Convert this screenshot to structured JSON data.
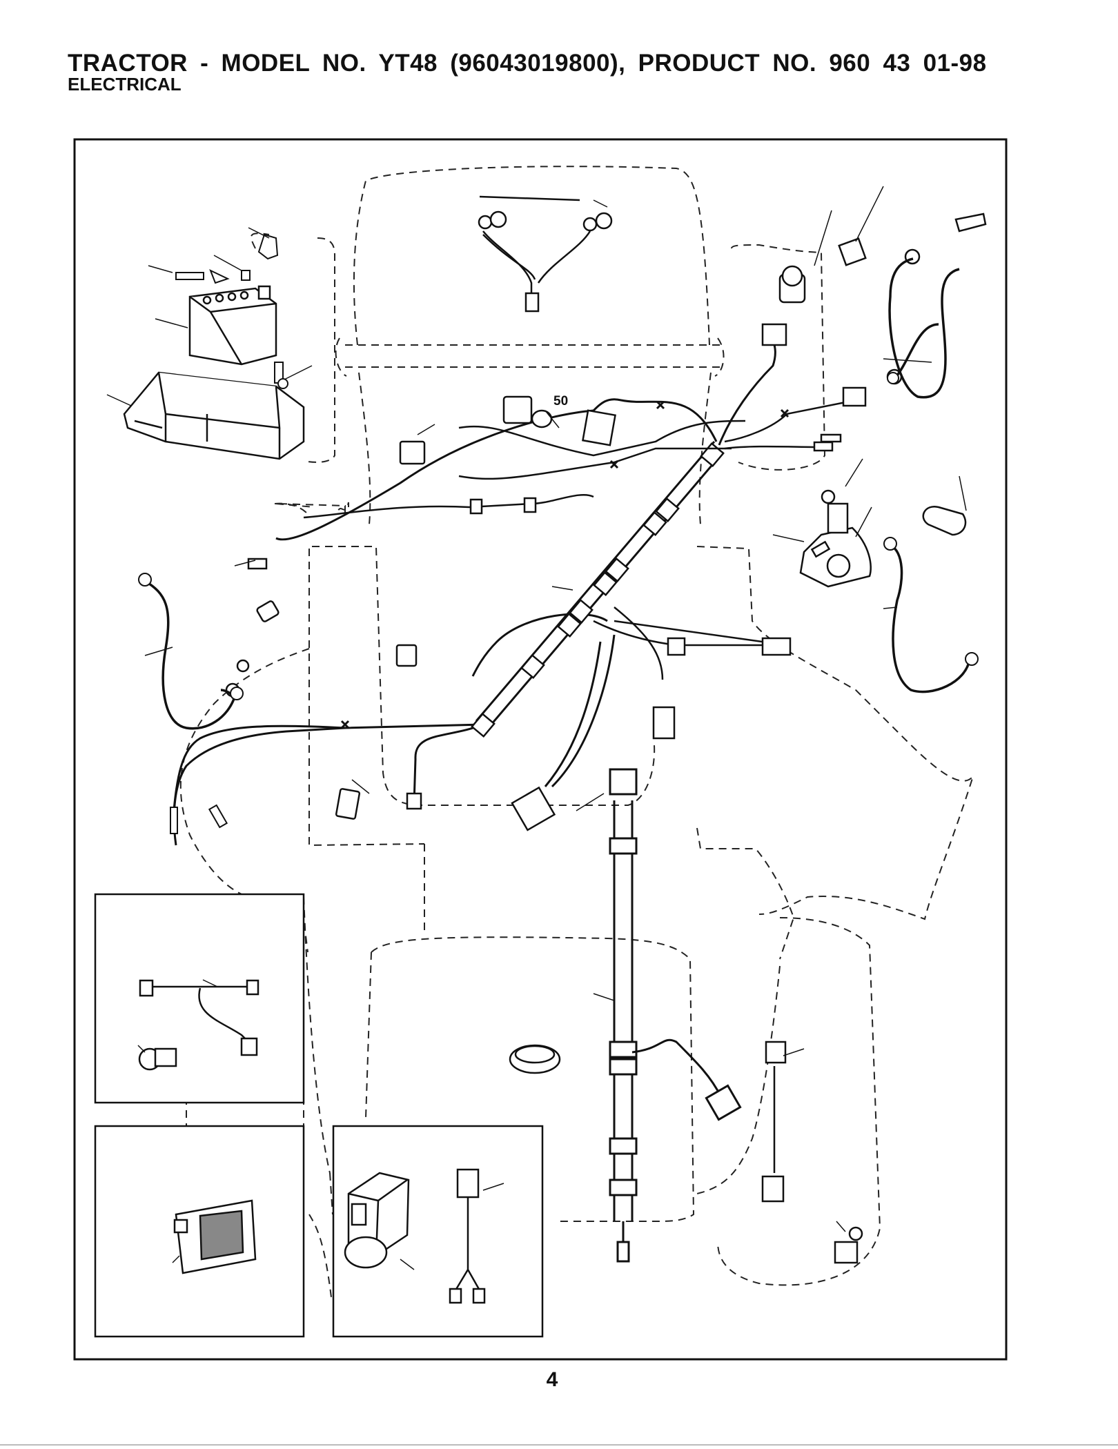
{
  "header": {
    "title": "TRACTOR - MODEL NO. YT48 (96043019800), PRODUCT NO. 960 43 01-98",
    "subtitle": "ELECTRICAL"
  },
  "diagram": {
    "part_labels": [
      "50"
    ]
  },
  "footer": {
    "page_number": "4"
  }
}
